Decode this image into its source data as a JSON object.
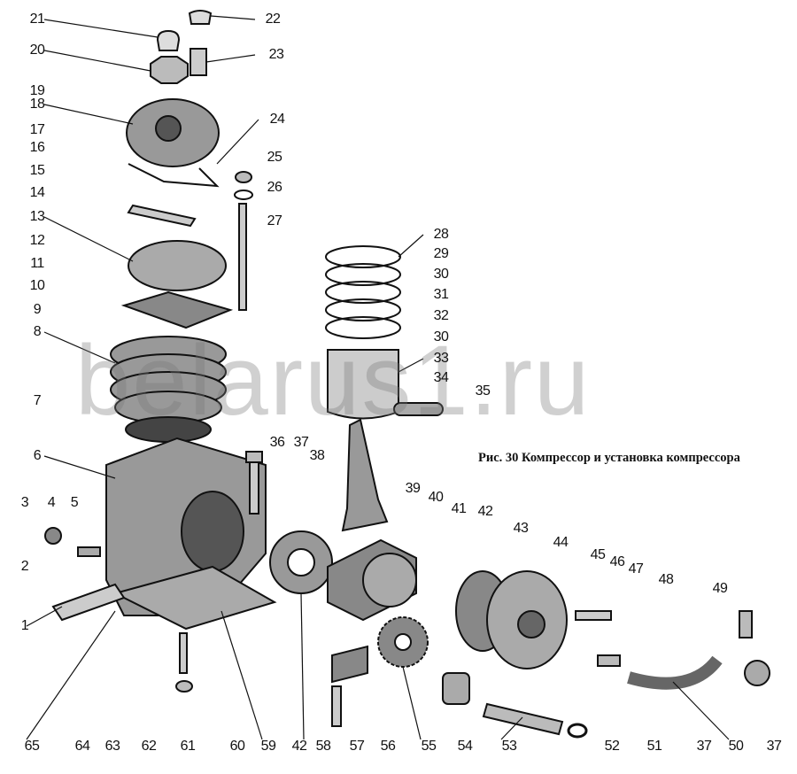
{
  "caption": "Рис. 30 Компрессор и установка компрессора",
  "watermark": "belarus1.ru",
  "callouts": [
    "21",
    "22",
    "20",
    "23",
    "19",
    "18",
    "17",
    "16",
    "15",
    "14",
    "13",
    "12",
    "11",
    "10",
    "9",
    "8",
    "7",
    "6",
    "24",
    "25",
    "26",
    "27",
    "28",
    "29",
    "30",
    "31",
    "32",
    "30",
    "33",
    "34",
    "35",
    "36",
    "37",
    "38",
    "39",
    "40",
    "41",
    "42",
    "43",
    "44",
    "45",
    "46",
    "47",
    "48",
    "49",
    "3",
    "4",
    "5",
    "2",
    "1",
    "65",
    "64",
    "63",
    "62",
    "61",
    "60",
    "59",
    "42",
    "58",
    "57",
    "56",
    "55",
    "54",
    "53",
    "52",
    "51",
    "37",
    "50",
    "37"
  ]
}
